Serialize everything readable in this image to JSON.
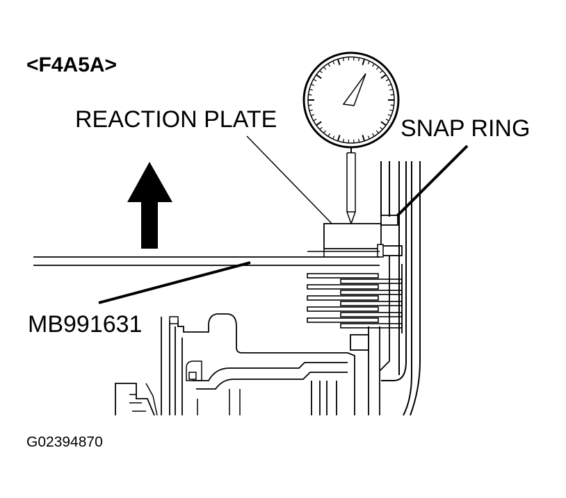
{
  "model_tag": "<F4A5A>",
  "labels": {
    "reaction_plate": "REACTION PLATE",
    "snap_ring": "SNAP RING",
    "tool": "MB991631"
  },
  "figure_id": "G02394870",
  "colors": {
    "ink": "#000000",
    "paper": "#ffffff"
  },
  "icons": {
    "direction": "up-arrow-icon",
    "gauge": "dial-gauge-icon"
  }
}
